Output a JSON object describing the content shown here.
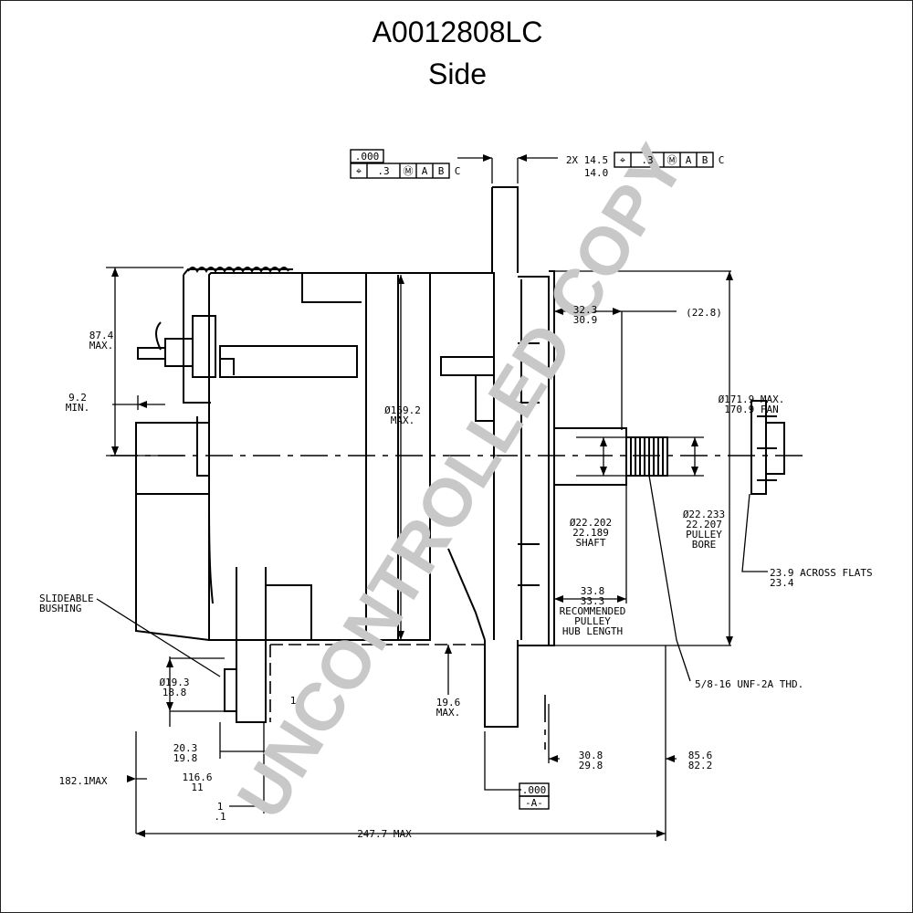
{
  "title": {
    "part_number": "A0012808LC",
    "view": "Side"
  },
  "watermark": "UNCONTROLLED COPY",
  "feature_control": {
    "left": {
      "top": ".000",
      "cells": [
        "⌖",
        ".3",
        "Ⓜ",
        "A",
        "B",
        "C"
      ]
    },
    "right": {
      "prefix": "2X 14.5",
      "second": "14.0",
      "cells": [
        "⌖",
        ".3",
        "Ⓜ",
        "A",
        "B",
        "C"
      ]
    }
  },
  "dimensions": {
    "height_max": [
      "87.4",
      "MAX."
    ],
    "terminal_min": [
      "9.2",
      "MIN."
    ],
    "housing_dia": [
      "Ø169.2",
      "MAX."
    ],
    "hub_length_top": [
      "32.3",
      "30.9"
    ],
    "hub_ref": "(22.8)",
    "fan_dia": [
      "Ø171.9 MAX.",
      "170.9 FAN"
    ],
    "shaft_dia": [
      "Ø22.202",
      "22.189",
      "SHAFT"
    ],
    "pulley_bore": [
      "Ø22.233",
      "22.207",
      "PULLEY",
      "BORE"
    ],
    "across_flats": [
      "23.9 ACROSS FLATS",
      "23.4"
    ],
    "pulley_hub": [
      "33.8",
      "33.3",
      "RECOMMENDED",
      "PULLEY",
      "HUB LENGTH"
    ],
    "thread": "5/8-16 UNF-2A THD.",
    "slideable_bushing": [
      "SLIDEABLE",
      "BUSHING"
    ],
    "bushing_dia": [
      "Ø19.3",
      "18.8"
    ],
    "bushing_len": [
      "20.3",
      "19.8"
    ],
    "mount_gap": [
      "19.6",
      "MAX."
    ],
    "mount_partial": "1",
    "ear_a": [
      "116.6",
      "11"
    ],
    "ear_b": [
      "1",
      ".1"
    ],
    "overall_max": "182.1MAX",
    "front_a": [
      "30.8",
      "29.8"
    ],
    "front_b": [
      "85.6",
      "82.2"
    ],
    "length": "247.7 MAX",
    "datum": {
      "value": ".000",
      "letter": "-A-"
    }
  }
}
